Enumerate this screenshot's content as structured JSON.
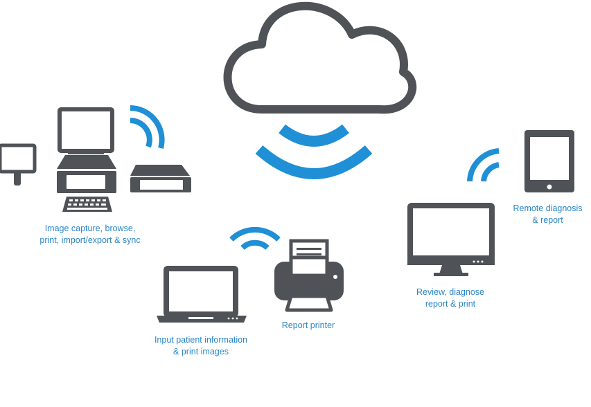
{
  "colors": {
    "device_gray": "#4f5256",
    "wifi_blue": "#1f8fd6",
    "caption_blue": "#2a86c8",
    "background": "#ffffff"
  },
  "icons": [
    "cloud-icon",
    "wifi-icon",
    "camera-display-icon",
    "desktop-computer-icon",
    "keyboard-icon",
    "modem-icon",
    "laptop-icon",
    "printer-icon",
    "monitor-icon",
    "tablet-icon"
  ],
  "captions": {
    "image_capture": {
      "line1": "Image capture, browse,",
      "line2": "print, import/export & sync"
    },
    "input_patient": {
      "line1": "Input patient information",
      "line2": "& print images"
    },
    "report_printer": {
      "line1": "Report printer"
    },
    "review": {
      "line1": "Review, diagnose",
      "line2": "report & print"
    },
    "remote": {
      "line1": "Remote diagnosis",
      "line2": "& report"
    }
  }
}
